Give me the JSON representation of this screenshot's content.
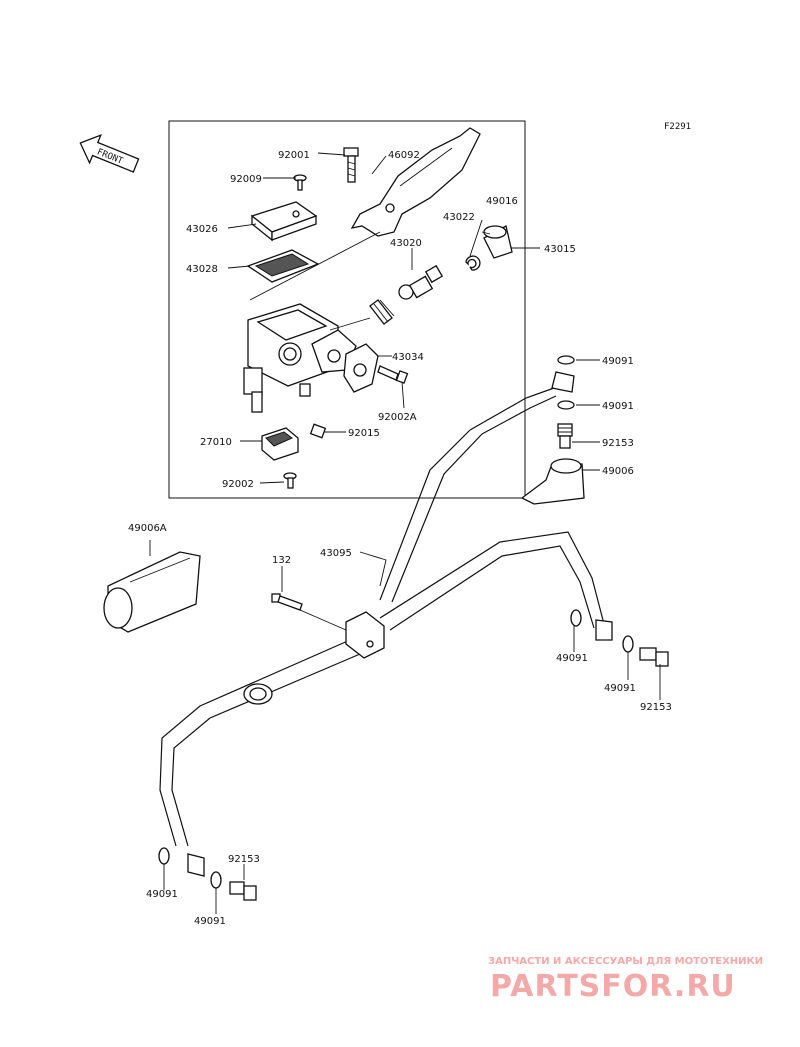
{
  "diagram": {
    "figure_code": "F2291",
    "front_label": "FRONT",
    "callouts": [
      {
        "id": "c-92001",
        "text": "92001"
      },
      {
        "id": "c-46092",
        "text": "46092"
      },
      {
        "id": "c-92009",
        "text": "92009"
      },
      {
        "id": "c-49016",
        "text": "49016"
      },
      {
        "id": "c-43022",
        "text": "43022"
      },
      {
        "id": "c-43026",
        "text": "43026"
      },
      {
        "id": "c-43015",
        "text": "43015"
      },
      {
        "id": "c-43020",
        "text": "43020"
      },
      {
        "id": "c-43028",
        "text": "43028"
      },
      {
        "id": "c-43034",
        "text": "43034"
      },
      {
        "id": "c-92002A",
        "text": "92002A"
      },
      {
        "id": "c-92015",
        "text": "92015"
      },
      {
        "id": "c-27010",
        "text": "27010"
      },
      {
        "id": "c-92002",
        "text": "92002"
      },
      {
        "id": "c-49091-a",
        "text": "49091"
      },
      {
        "id": "c-49091-b",
        "text": "49091"
      },
      {
        "id": "c-92153-a",
        "text": "92153"
      },
      {
        "id": "c-49006",
        "text": "49006"
      },
      {
        "id": "c-49006A",
        "text": "49006A"
      },
      {
        "id": "c-43095",
        "text": "43095"
      },
      {
        "id": "c-132",
        "text": "132"
      },
      {
        "id": "c-49091-c",
        "text": "49091"
      },
      {
        "id": "c-49091-d",
        "text": "49091"
      },
      {
        "id": "c-92153-b",
        "text": "92153"
      },
      {
        "id": "c-92153-c",
        "text": "92153"
      },
      {
        "id": "c-49091-e",
        "text": "49091"
      },
      {
        "id": "c-49091-f",
        "text": "49091"
      }
    ]
  },
  "watermark": {
    "tagline": "ЗАПЧАСТИ И АКСЕССУАРЫ ДЛЯ МОТОТЕХНИКИ",
    "brand": "PARTSFOR.RU"
  }
}
